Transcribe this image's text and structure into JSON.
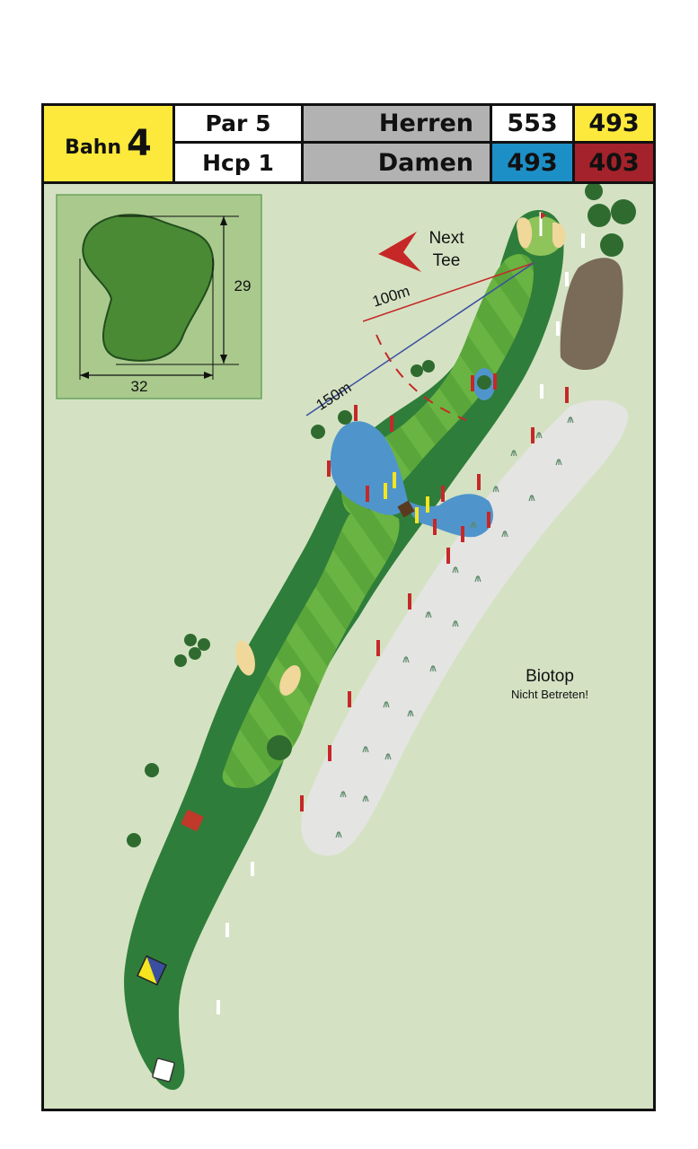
{
  "header": {
    "hole_label": "Bahn",
    "hole_number": "4",
    "par": "Par 5",
    "hcp": "Hcp 1",
    "men_label": "Herren",
    "women_label": "Damen",
    "men_white": "553",
    "men_yellow": "493",
    "women_blue": "493",
    "women_red": "403"
  },
  "colors": {
    "yellow_tee": "#fde93b",
    "blue_tee": "#1d8fc7",
    "red_tee": "#a3222b",
    "header_grey": "#b2b2b2",
    "background": "#d4e2c3",
    "rough": "#2f7d3a",
    "fairway": "#5aa63a",
    "water": "#4f95cc",
    "bunker": "#f0d79a",
    "biotop": "#e4e4e2"
  },
  "green_inset": {
    "width_label": "32",
    "depth_label": "29"
  },
  "map": {
    "next_tee_line1": "Next",
    "next_tee_line2": "Tee",
    "distance_100": "100m",
    "distance_150": "150m",
    "biotop_title": "Biotop",
    "biotop_note": "Nicht Betreten!"
  },
  "icons": [
    "next-tee-arrow-icon",
    "flag-icon",
    "tree-icon",
    "hazard-stake-icon",
    "tee-marker-icon",
    "grass-tuft-icon"
  ]
}
